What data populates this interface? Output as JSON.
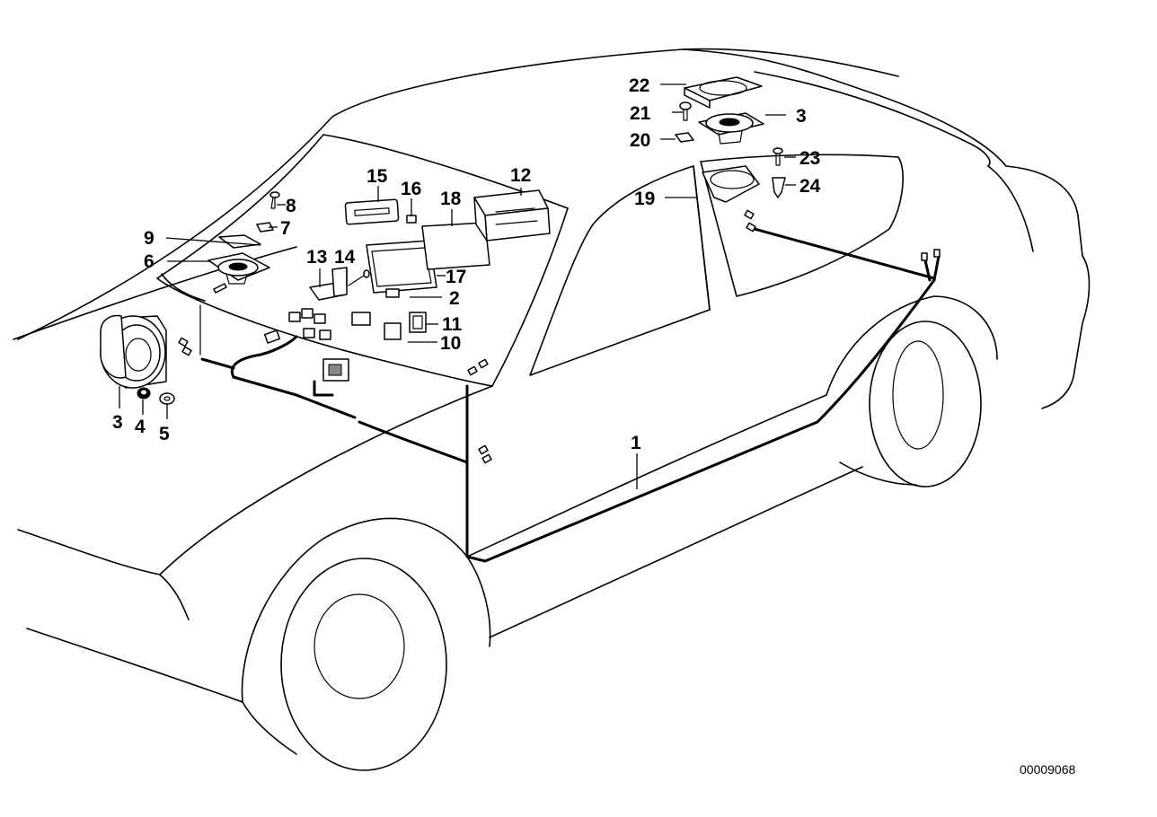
{
  "diagram": {
    "callouts": {
      "c1": "1",
      "c2": "2",
      "c3_front": "3",
      "c3_rear": "3",
      "c4": "4",
      "c5": "5",
      "c6": "6",
      "c7": "7",
      "c8": "8",
      "c9": "9",
      "c10": "10",
      "c11": "11",
      "c12": "12",
      "c13": "13",
      "c14": "14",
      "c15": "15",
      "c16": "16",
      "c17": "17",
      "c18": "18",
      "c19": "19",
      "c20": "20",
      "c21": "21",
      "c22": "22",
      "c23": "23",
      "c24": "24"
    },
    "catalog_number": "00009068"
  }
}
